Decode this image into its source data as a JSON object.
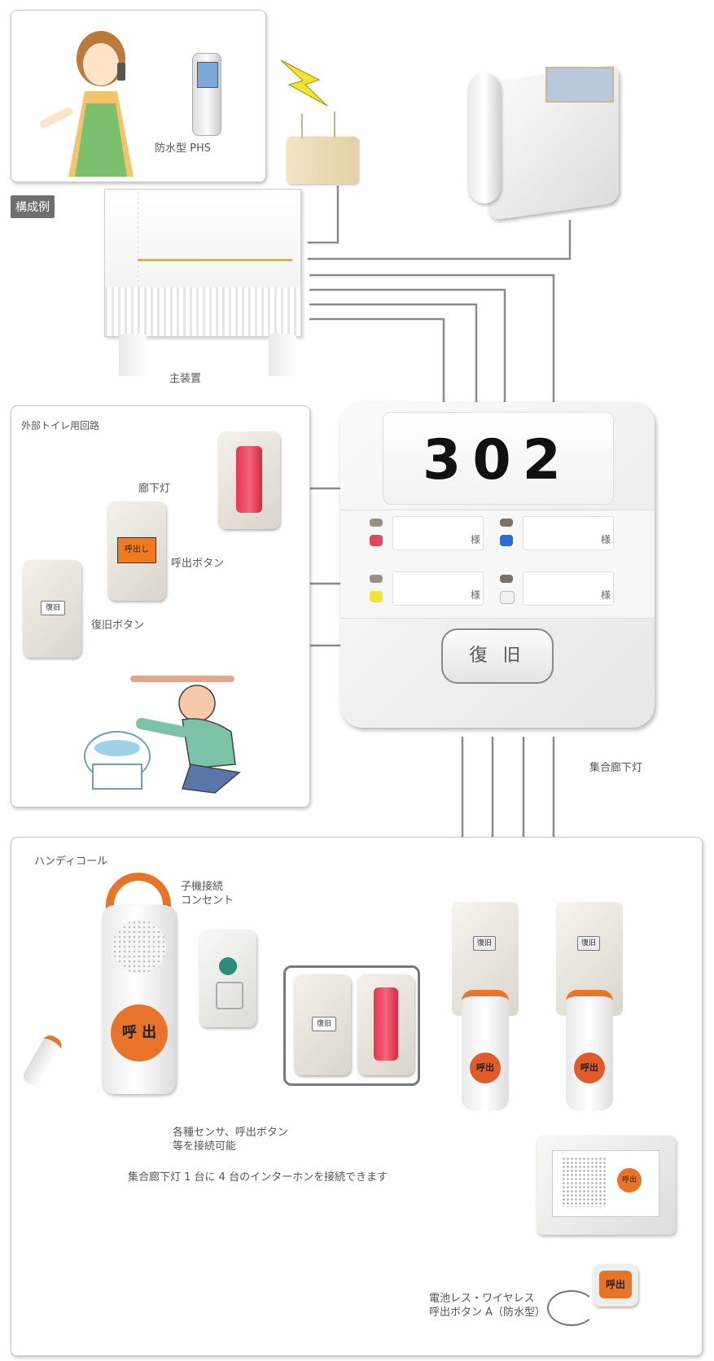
{
  "labels": {
    "phs": "防水型 PHS",
    "config_example": "構成例",
    "main_unit": "主装置",
    "external_toilet": "外部トイレ用回路",
    "corridor_light": "廊下灯",
    "call_button": "呼出ボタン",
    "reset_button": "復旧ボタン",
    "group_corridor_light": "集合廊下灯",
    "handy_call": "ハンディコール",
    "child_outlet": "子機接続\nコンセント",
    "sensor_note": "各種センサ、呼出ボタン\n等を接続可能",
    "intercom_note": "集合廊下灯 1 台に 4 台のインターホンを接続できます",
    "wireless_button": "電池レス・ワイヤレス\n呼出ボタン A（防水型）"
  },
  "room_panel": {
    "number": "302",
    "suffix": "様",
    "reset": "復 旧",
    "lamp_colors": [
      "#e04a5c",
      "#2b6fd0",
      "#f2e23a",
      "#f0f0f0"
    ]
  },
  "devices": {
    "call_plate": "呼出し",
    "reset_plate": "復旧",
    "handy_call_button": "呼 出",
    "intercom_call": "呼出"
  }
}
